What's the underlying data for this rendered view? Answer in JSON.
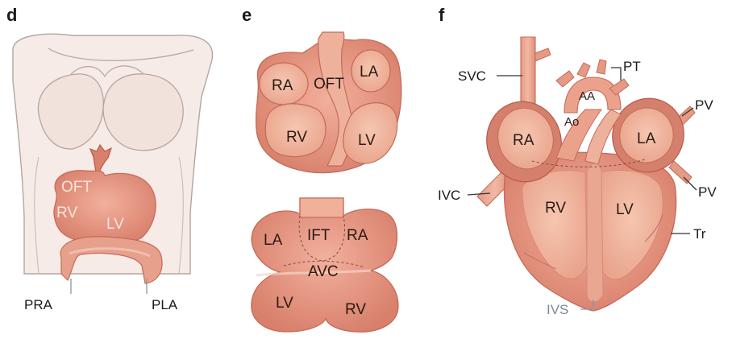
{
  "panels": {
    "d": {
      "letter": "d",
      "labels": {
        "oft": "OFT",
        "rv": "RV",
        "lv": "LV",
        "pra": "PRA",
        "pla": "PLA"
      }
    },
    "e": {
      "letter": "e",
      "top_labels": {
        "ra": "RA",
        "oft": "OFT",
        "la": "LA",
        "rv": "RV",
        "lv": "LV"
      },
      "bottom_labels": {
        "la": "LA",
        "ift": "IFT",
        "ra": "RA",
        "avc": "AVC",
        "lv": "LV",
        "rv": "RV"
      }
    },
    "f": {
      "letter": "f",
      "labels": {
        "svc": "SVC",
        "pt": "PT",
        "aa": "AA",
        "ao": "Ao",
        "pv_top": "PV",
        "ra": "RA",
        "la": "LA",
        "ivc": "IVC",
        "pv_bottom": "PV",
        "rv": "RV",
        "lv": "LV",
        "tr": "Tr",
        "ivs": "IVS"
      }
    }
  },
  "colors": {
    "tissue_fill": "#e8a08e",
    "tissue_dark": "#d27a68",
    "tissue_outline": "#b9584a",
    "chamber_fill": "#f0b8a0",
    "embryo_fill": "#f4e6e0",
    "embryo_outline": "#a89a94"
  }
}
